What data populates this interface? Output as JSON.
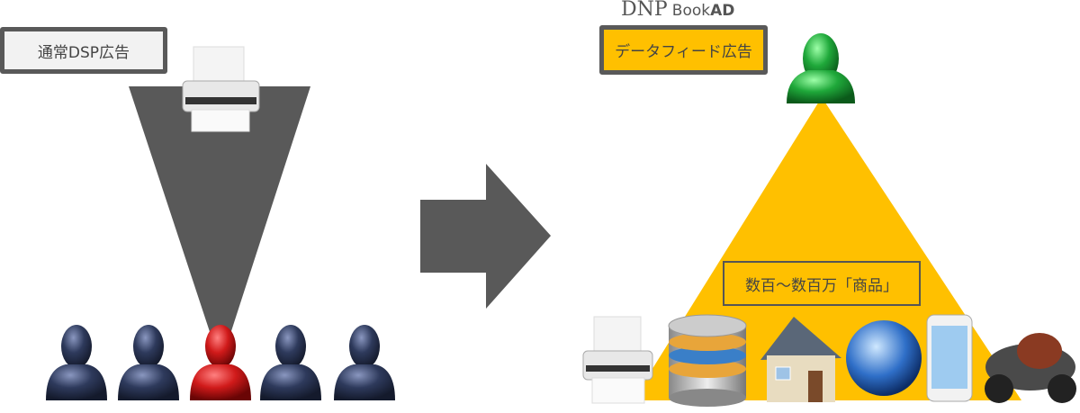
{
  "left": {
    "label": "通常DSP広告"
  },
  "right": {
    "logo_main": "DNP",
    "logo_book": "Book",
    "logo_ad": "AD",
    "label": "データフィード広告",
    "products_label": "数百～数百万「商品」"
  },
  "colors": {
    "dark": "#595959",
    "orange": "#ffc000",
    "box_bg": "#f2f2f2",
    "person_blue": "#2e3a5c",
    "person_red": "#d01a1a",
    "person_green": "#1fa83a"
  }
}
